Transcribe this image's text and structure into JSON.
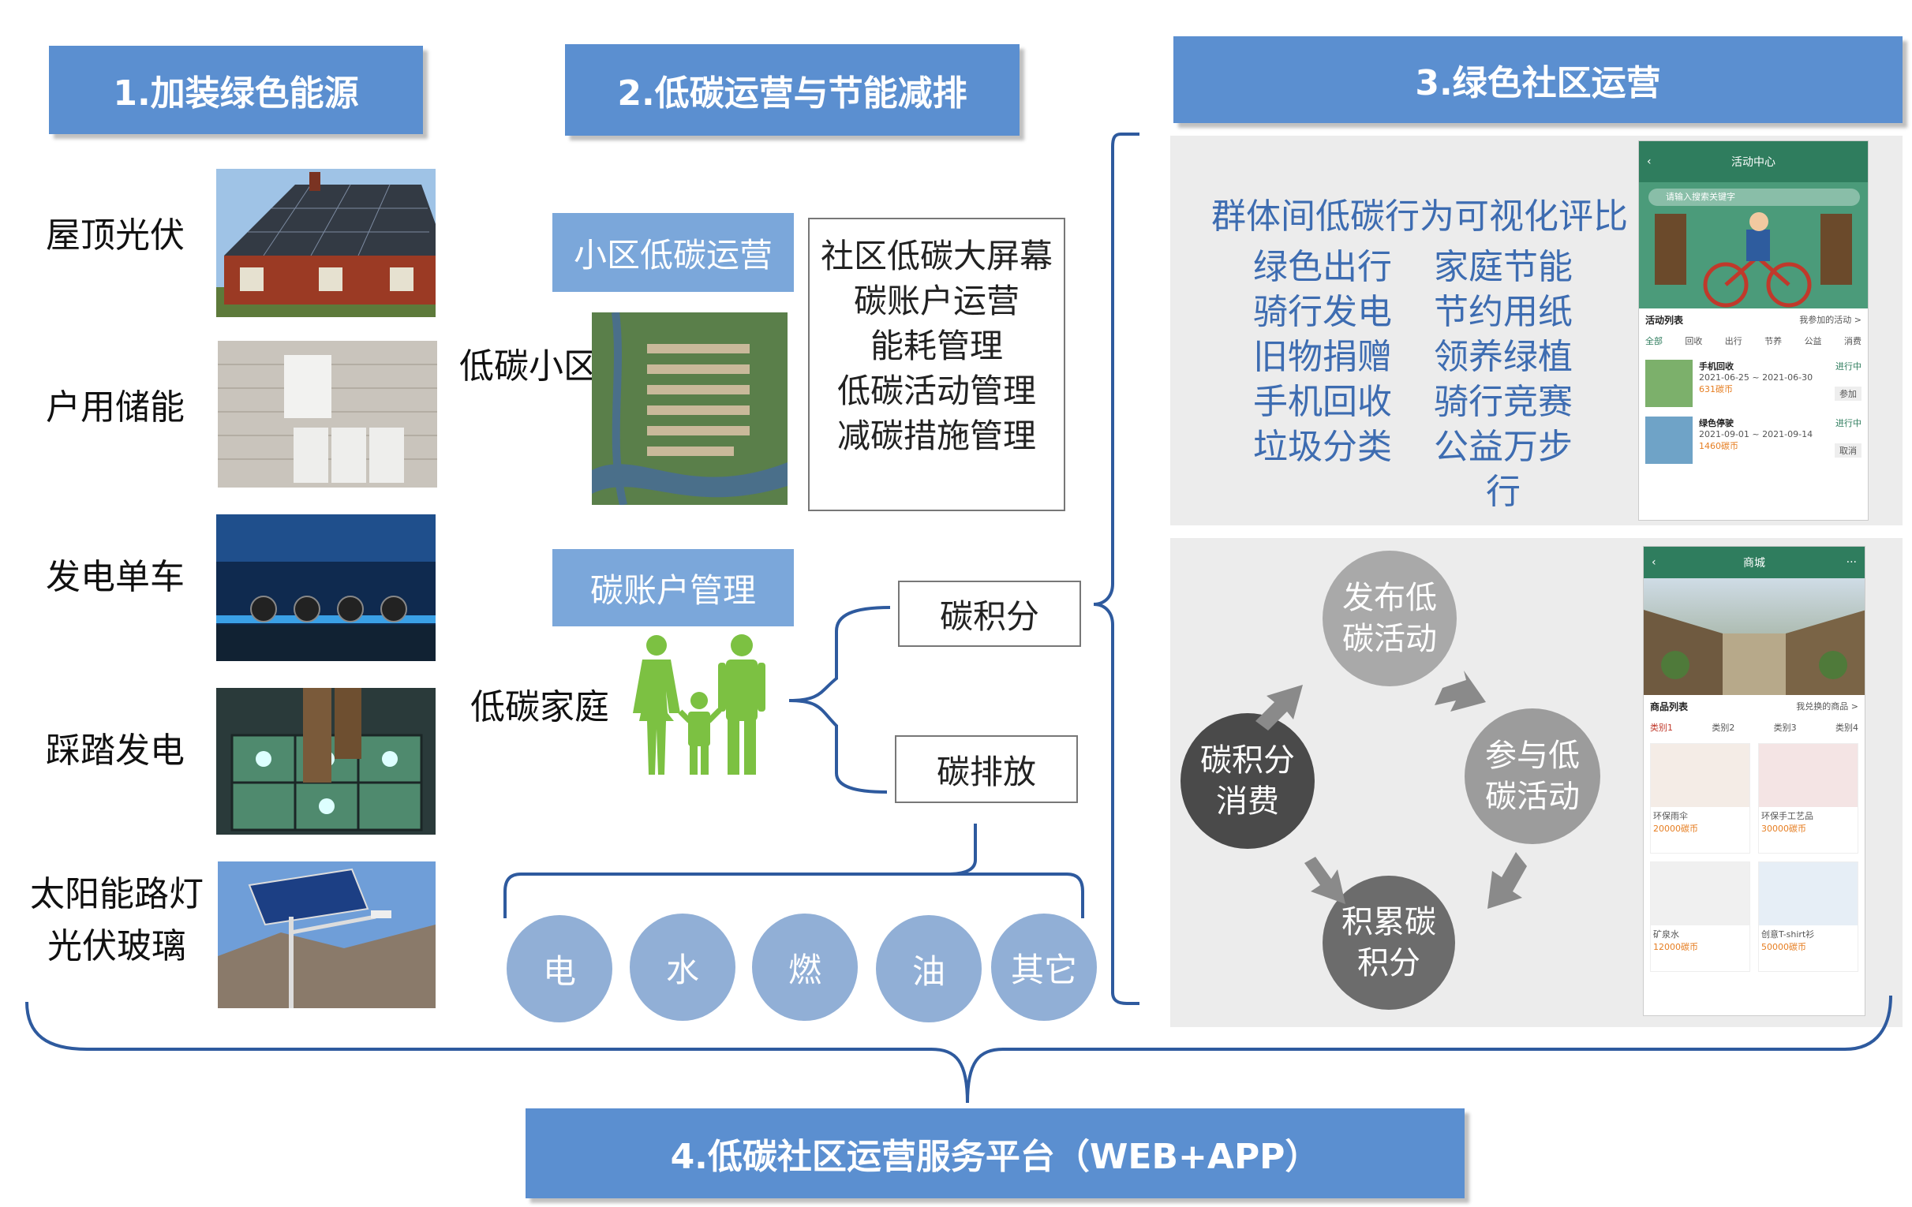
{
  "sections": {
    "s1": "1.加装绿色能源",
    "s2": "2.低碳运营与节能减排",
    "s3": "3.绿色社区运营",
    "s4": "4.低碳社区运营服务平台（WEB+APP）"
  },
  "energy_items": [
    {
      "label": "屋顶光伏"
    },
    {
      "label": "户用储能"
    },
    {
      "label": "发电单车"
    },
    {
      "label": "踩踏发电"
    },
    {
      "label": "太阳能路灯",
      "label2": "光伏玻璃"
    }
  ],
  "community": {
    "tag": "小区低碳运营",
    "label": "低碳小区",
    "box_lines": [
      "社区低碳大屏幕",
      "碳账户运营",
      "能耗管理",
      "低碳活动管理",
      "减碳措施管理"
    ]
  },
  "family": {
    "tag": "碳账户管理",
    "label": "低碳家庭",
    "points": "碳积分",
    "emission": "碳排放",
    "sources": [
      "电",
      "水",
      "燃",
      "油",
      "其它"
    ]
  },
  "green_ops": {
    "title": "群体间低碳行为可视化评比",
    "left": [
      "绿色出行",
      "骑行发电",
      "旧物捐赠",
      "手机回收",
      "垃圾分类"
    ],
    "right": [
      "家庭节能",
      "节约用纸",
      "领养绿植",
      "骑行竞赛",
      "公益万步行"
    ]
  },
  "cycle": [
    "发布低\n碳活动",
    "参与低\n碳活动",
    "积累碳\n积分",
    "碳积分\n消费"
  ],
  "phone1": {
    "title": "活动中心",
    "search": "请输入搜索关键字",
    "list_title": "活动列表",
    "list_more": "我参加的活动 >",
    "tabs": [
      "全部",
      "回收",
      "出行",
      "节养",
      "公益",
      "消费"
    ],
    "items": [
      {
        "name": "手机回收",
        "date": "2021-06-25 ~ 2021-06-30",
        "coins": "631碳币",
        "status": "进行中",
        "btn": "参加"
      },
      {
        "name": "绿色停驶",
        "date": "2021-09-01 ~ 2021-09-14",
        "coins": "1460碳币",
        "status": "进行中",
        "btn": "取消"
      }
    ]
  },
  "phone2": {
    "title": "商城",
    "list_title": "商品列表",
    "list_more": "我兑换的商品 >",
    "tabs": [
      "类别1",
      "类别2",
      "类别3",
      "类别4"
    ],
    "items": [
      {
        "name": "环保雨伞",
        "price": "20000碳币"
      },
      {
        "name": "环保手工艺品",
        "price": "30000碳币"
      },
      {
        "name": "矿泉水",
        "price": "12000碳币"
      },
      {
        "name": "创意T-shirt衫",
        "price": "50000碳币"
      }
    ]
  },
  "colors": {
    "header_blue": "#5b8fd0",
    "tag_blue": "#7ba7da",
    "circle_blue": "#91afd6",
    "family_green": "#7cc142",
    "app_green": "#2f7d5e"
  }
}
